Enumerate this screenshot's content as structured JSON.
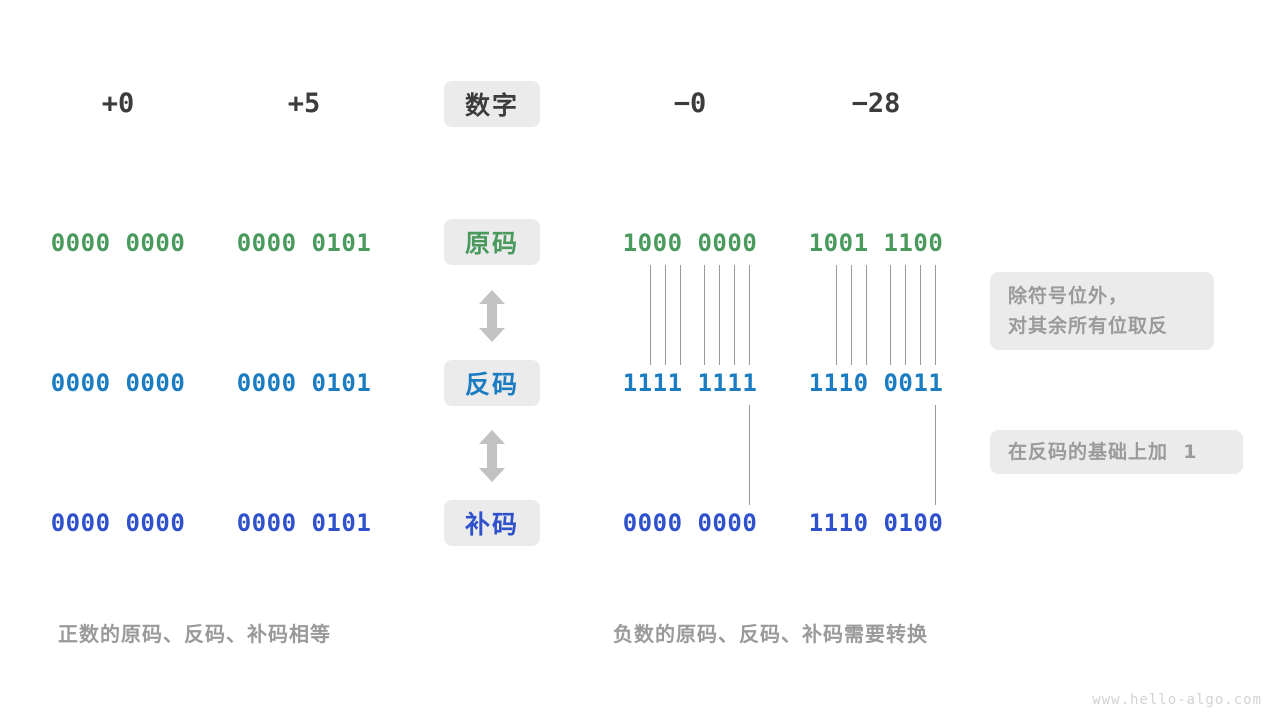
{
  "colors": {
    "green": "#4a9a5e",
    "blue": "#1b7cc2",
    "indigo": "#2f51cc",
    "badge_bg": "#ebebeb",
    "note_bg": "#ebebeb",
    "muted": "#9a9a9a",
    "dark": "#3c3c3c"
  },
  "header": {
    "col1": "+0",
    "col2": "+5",
    "badge": "数字",
    "col4": "−0",
    "col5": "−28"
  },
  "rows": [
    {
      "badge": "原码",
      "col1": "0000 0000",
      "col2": "0000 0101",
      "col4": "1000 0000",
      "col5": "1001 1100"
    },
    {
      "badge": "反码",
      "col1": "0000 0000",
      "col2": "0000 0101",
      "col4": "1111 1111",
      "col5": "1110 0011"
    },
    {
      "badge": "补码",
      "col1": "0000 0000",
      "col2": "0000 0101",
      "col4": "0000 0000",
      "col5": "1110 0100"
    }
  ],
  "notes": {
    "invert": {
      "line1": "除符号位外，",
      "line2": "对其余所有位取反"
    },
    "plus_one": "在反码的基础上加  1"
  },
  "captions": {
    "left": "正数的原码、反码、补码相等",
    "right": "负数的原码、反码、补码需要转换"
  },
  "watermark": "www.hello-algo.com",
  "arrows": {
    "between_row1_row2": "double-vertical-arrow",
    "between_row2_row3": "double-vertical-arrow"
  }
}
